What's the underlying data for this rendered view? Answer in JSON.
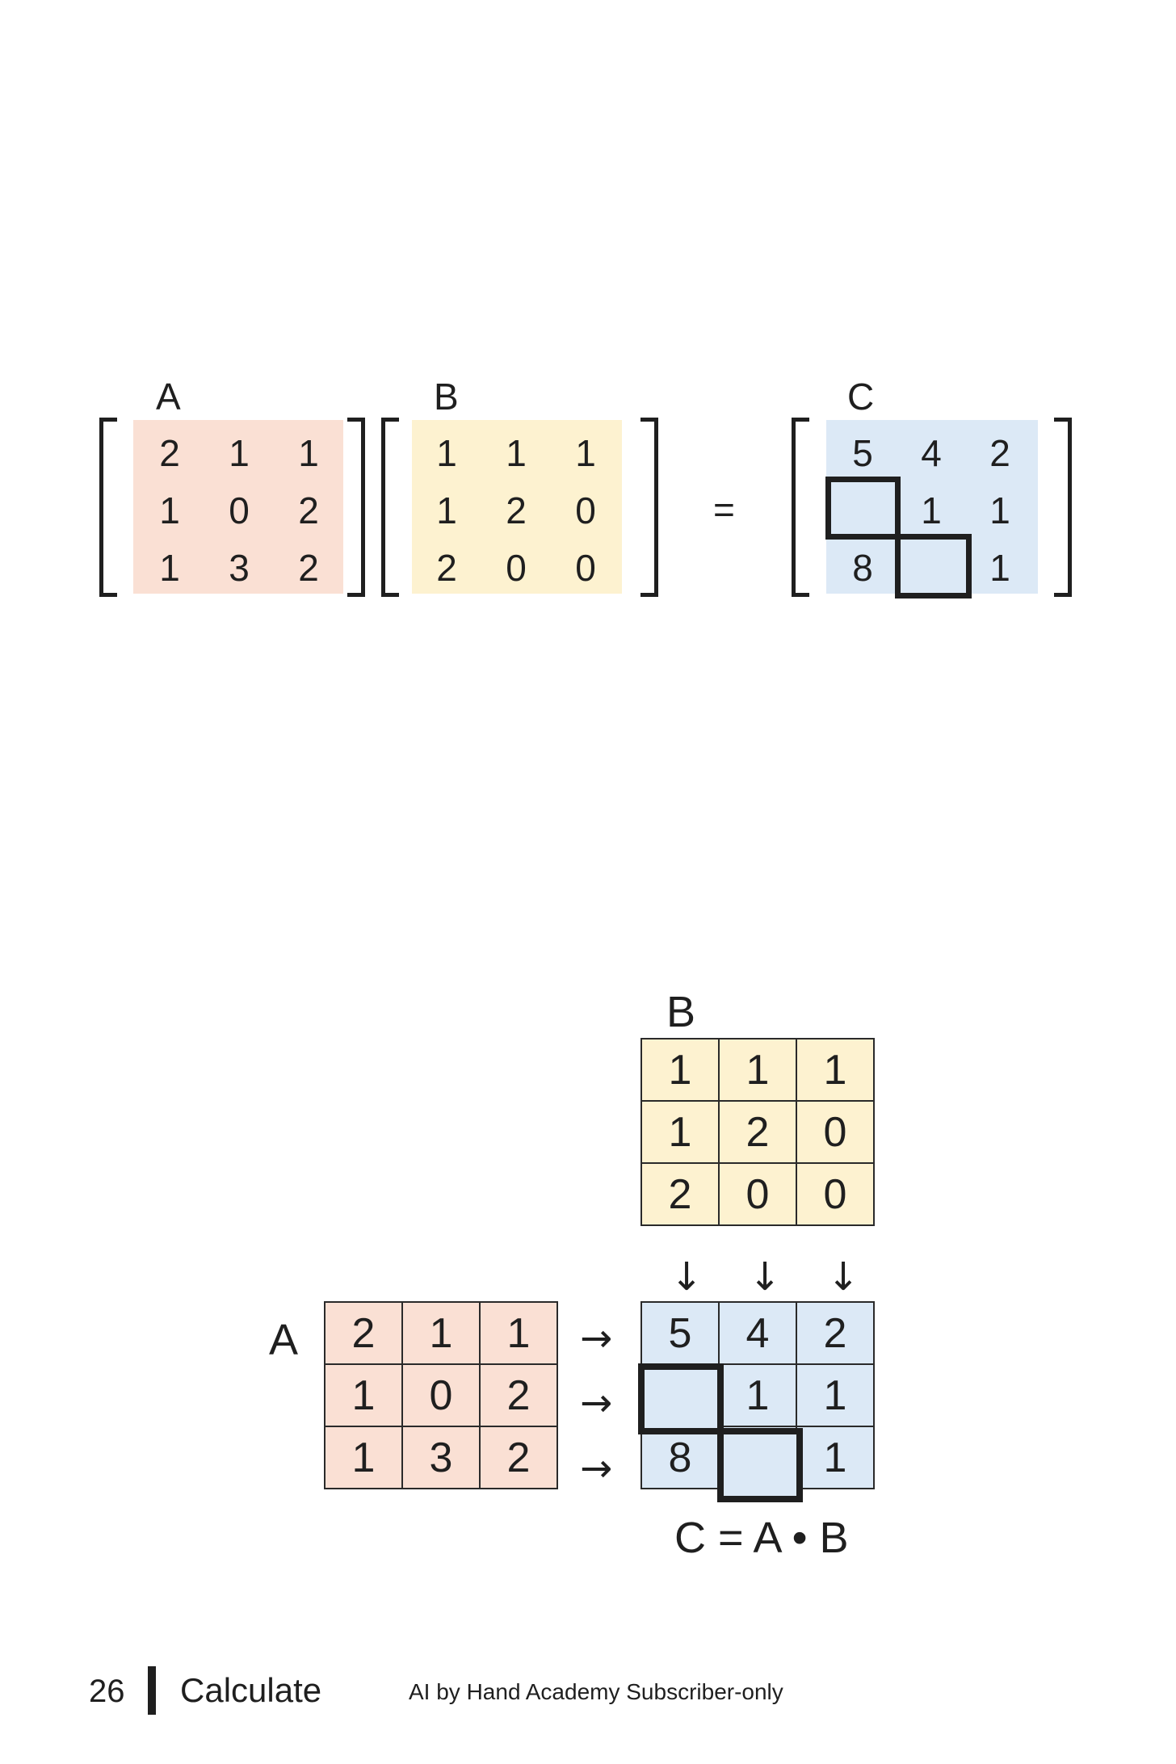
{
  "equation": {
    "a_label": "A",
    "b_label": "B",
    "c_label": "C",
    "equals": "=",
    "a": [
      [
        "2",
        "1",
        "1"
      ],
      [
        "1",
        "0",
        "2"
      ],
      [
        "1",
        "3",
        "2"
      ]
    ],
    "b": [
      [
        "1",
        "1",
        "1"
      ],
      [
        "1",
        "2",
        "0"
      ],
      [
        "2",
        "0",
        "0"
      ]
    ],
    "c": [
      [
        "5",
        "4",
        "2"
      ],
      [
        "",
        "1",
        "1"
      ],
      [
        "8",
        "",
        "1"
      ]
    ]
  },
  "diagram": {
    "b_label": "B",
    "a_label": "A",
    "b": [
      [
        "1",
        "1",
        "1"
      ],
      [
        "1",
        "2",
        "0"
      ],
      [
        "2",
        "0",
        "0"
      ]
    ],
    "a": [
      [
        "2",
        "1",
        "1"
      ],
      [
        "1",
        "0",
        "2"
      ],
      [
        "1",
        "3",
        "2"
      ]
    ],
    "c": [
      [
        "5",
        "4",
        "2"
      ],
      [
        "",
        "1",
        "1"
      ],
      [
        "8",
        "",
        "1"
      ]
    ],
    "down_arrow": "↓",
    "right_arrow": "→",
    "caption": "C = A • B"
  },
  "footer": {
    "page_number": "26",
    "section": "Calculate",
    "note": "AI by Hand Academy Subscriber-only"
  },
  "colors": {
    "matrix_a": "#fae0d4",
    "matrix_b": "#fdf2d0",
    "matrix_c": "#dce9f6",
    "ink": "#1f1f1f"
  }
}
